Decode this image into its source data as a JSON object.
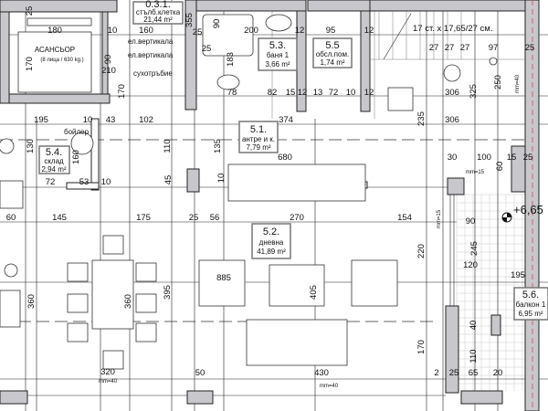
{
  "rooms": {
    "stair": {
      "number": "0.3.1.",
      "name": "стълб.клетка",
      "area": "21,44 m²"
    },
    "elevator": {
      "name": "АСАНСЬОР",
      "capacity": "(8 лица / 630 kg.)"
    },
    "bath": {
      "number": "5.3.",
      "name": "баня 1",
      "area": "3,66 m²"
    },
    "utility": {
      "number": "5.5",
      "name": "обсл.пом.",
      "area": "1,74 m²"
    },
    "hall": {
      "number": "5.1.",
      "name": "антре и к.",
      "area": "7,79 m²"
    },
    "storage": {
      "number": "5.4.",
      "name": "склад",
      "area": "2,94 m²"
    },
    "living": {
      "number": "5.2.",
      "name": "дневна",
      "area": "41,89 m²"
    },
    "balcony": {
      "number": "5.6.",
      "name": "балкон 1",
      "area": "6,95 m²"
    }
  },
  "notes": {
    "el1": "ел.вертикала",
    "el2": "ел.вертикала",
    "dry": "сухотръбие",
    "boiler": "бойлер",
    "stairs": "17 ст. x 17,65/27 см.",
    "level": "+6,65",
    "sill1": "mm=40",
    "sill2": "mm=40",
    "sill3": "mm=40",
    "sill4": "mm=15",
    "sill5": "mm=15"
  },
  "dims": [
    "25",
    "180",
    "10",
    "160",
    "170",
    "90",
    "210",
    "170",
    "355",
    "25",
    "200",
    "90",
    "25",
    "183",
    "95",
    "12",
    "12",
    "27",
    "27",
    "27",
    "97",
    "25",
    "250",
    "306",
    "325",
    "306",
    "235",
    "374",
    "195",
    "10",
    "43",
    "102",
    "78",
    "82",
    "15",
    "12",
    "13",
    "72",
    "10",
    "12",
    "680",
    "135",
    "130",
    "160",
    "110",
    "72",
    "53",
    "10",
    "45",
    "60",
    "145",
    "175",
    "25",
    "56",
    "270",
    "154",
    "30",
    "100",
    "60",
    "15",
    "25",
    "220",
    "245",
    "360",
    "360",
    "395",
    "885",
    "405",
    "170",
    "110",
    "320",
    "50",
    "430",
    "2",
    "25",
    "65",
    "20",
    "40",
    "195",
    "10",
    "90",
    "120"
  ]
}
